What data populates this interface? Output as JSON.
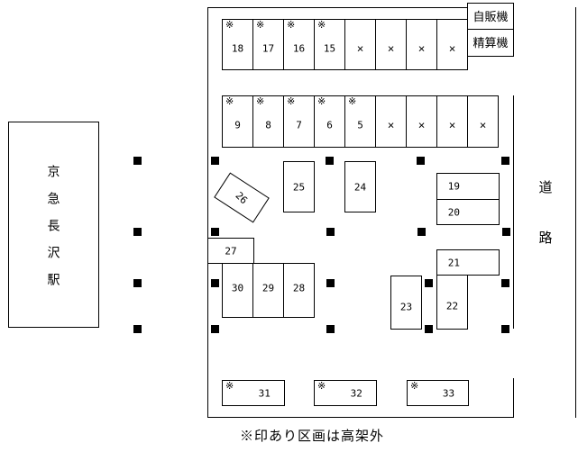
{
  "colors": {
    "line": "#000000",
    "background": "#ffffff",
    "pillar": "#000000"
  },
  "station": {
    "label": "京急長沢駅"
  },
  "road": {
    "label": "道路"
  },
  "machines": {
    "vending_label": "自販機",
    "payment_label": "精算機"
  },
  "symbols": {
    "elevated_outside_mark": "※",
    "not_available": "×"
  },
  "footnote": "※印あり区画は高架外",
  "parking": {
    "row_top": [
      "18",
      "17",
      "16",
      "15"
    ],
    "row_second": [
      "9",
      "8",
      "7",
      "6",
      "5"
    ],
    "middle": {
      "s26": "26",
      "s25": "25",
      "s24": "24",
      "s27": "27",
      "s30": "30",
      "s29": "29",
      "s28": "28"
    },
    "right": {
      "s19": "19",
      "s20": "20",
      "s21": "21",
      "s22": "22",
      "s23": "23"
    },
    "bottom": [
      "31",
      "32",
      "33"
    ]
  }
}
